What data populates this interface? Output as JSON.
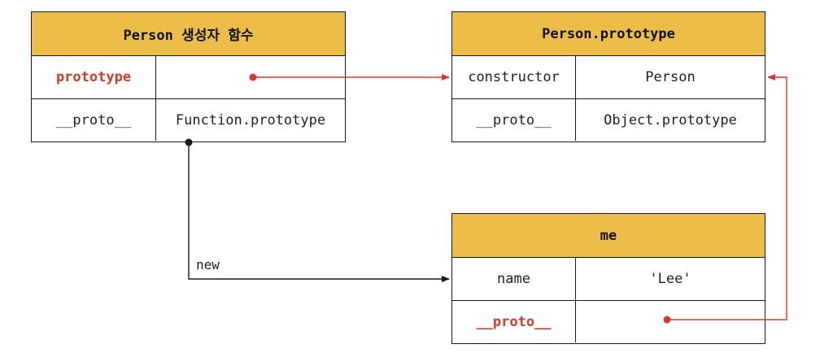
{
  "person_constructor": {
    "title": "Person 생성자 함수",
    "rows": [
      {
        "key": "prototype",
        "value": "",
        "key_highlight": true
      },
      {
        "key": "__proto__",
        "value": "Function.prototype",
        "key_highlight": false
      }
    ]
  },
  "person_prototype": {
    "title": "Person.prototype",
    "rows": [
      {
        "key": "constructor",
        "value": "Person"
      },
      {
        "key": "__proto__",
        "value": "Object.prototype"
      }
    ]
  },
  "me": {
    "title": "me",
    "rows": [
      {
        "key": "name",
        "value": "'Lee'"
      },
      {
        "key": "__proto__",
        "value": "",
        "key_highlight": true
      }
    ]
  },
  "edges": {
    "new_label": "new"
  },
  "colors": {
    "header": "#ecbd47",
    "accent_red": "#d23a2c",
    "border": "#1a1a1a"
  }
}
